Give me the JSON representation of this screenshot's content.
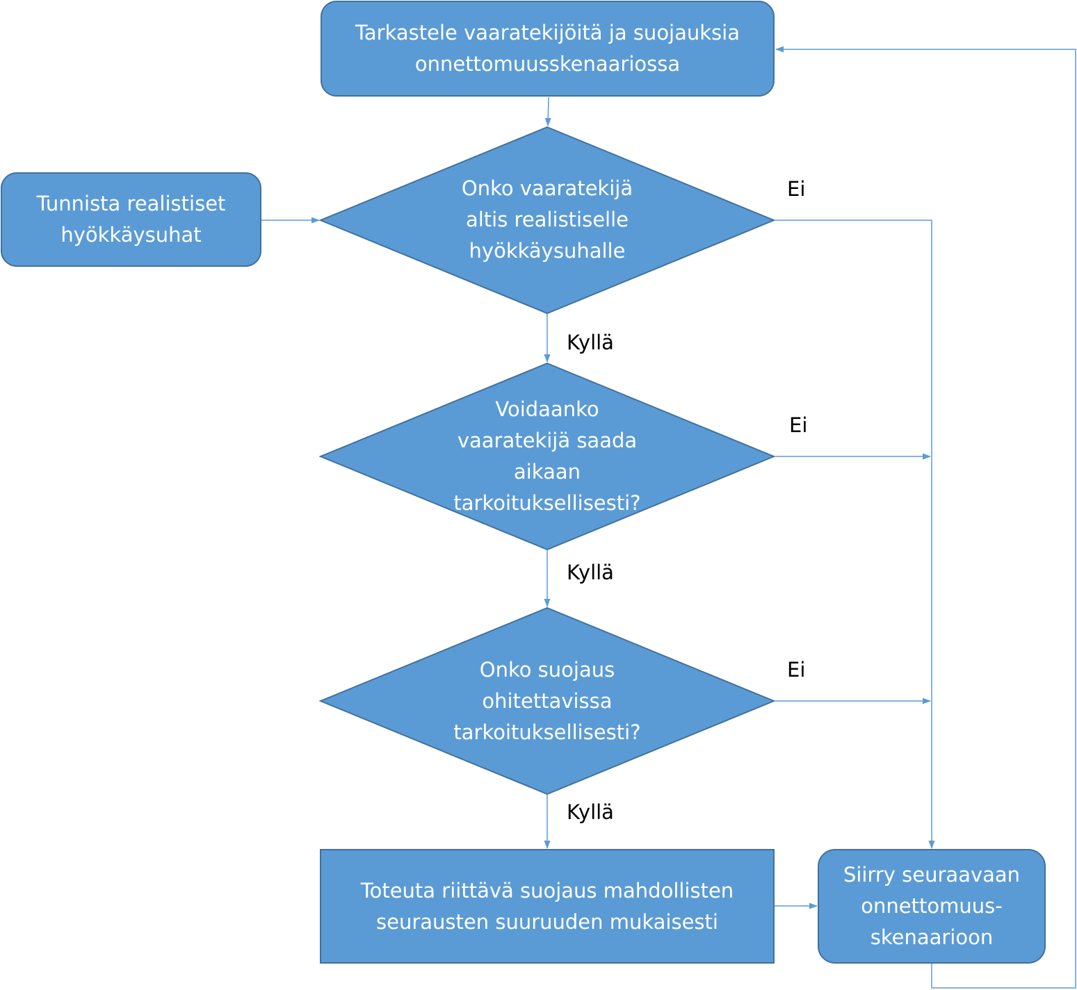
{
  "colors": {
    "node_fill": "#5b9bd5",
    "node_stroke": "#41719c",
    "connector": "#5b9bd5",
    "node_text": "#ffffff",
    "label_text": "#000000"
  },
  "nodes": {
    "review": "Tarkastele vaaratekijöitä ja suojauksia\nonnettomuusskenaariossa",
    "identify": "Tunnista realistiset\nhyökkäysuhat",
    "decision1": "Onko vaaratekijä\naltis  realistiselle\nhyökkäysuhalle",
    "decision2": "Voidaanko\nvaaratekijä  saada\naikaan\ntarkoituksellisesti?",
    "decision3": "Onko suojaus\nohitettavissa\ntarkoituksellisesti?",
    "implement": "Toteuta riittävä suojaus mahdollisten\nseurausten suuruuden mukaisesti",
    "next": "Siirry  seuraavaan\nonnettomuus-\nskenaarioon"
  },
  "labels": {
    "no1": "Ei",
    "yes1": "Kyllä",
    "no2": "Ei",
    "yes2": "Kyllä",
    "no3": "Ei",
    "yes3": "Kyllä"
  }
}
